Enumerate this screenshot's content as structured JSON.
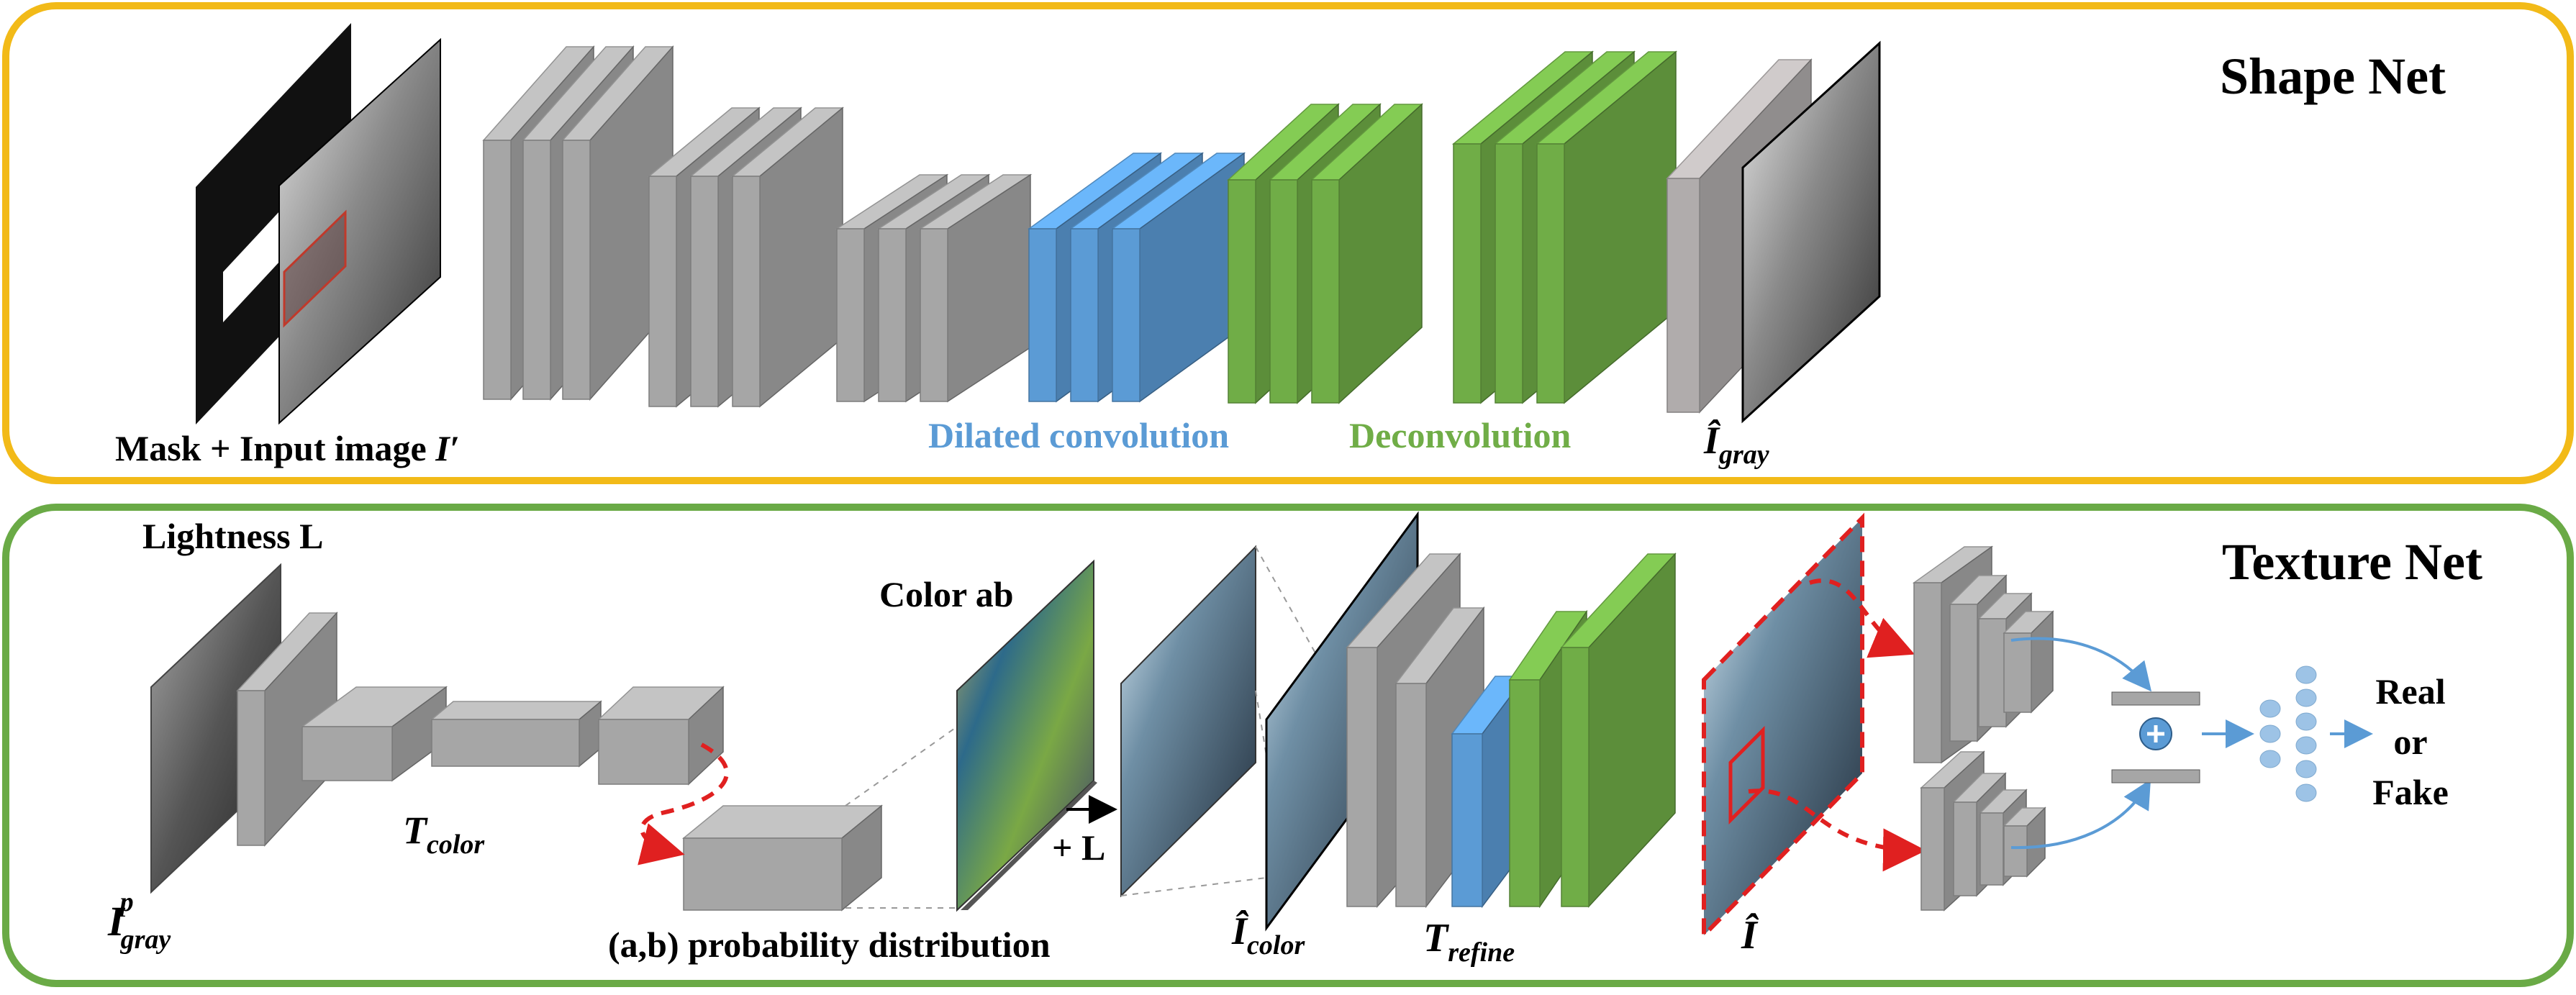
{
  "panels": {
    "shape": {
      "title": "Shape Net",
      "border_color": "#F2BA18",
      "input_label": "Mask + Input image ",
      "input_symbol": "I′",
      "dilated_label": "Dilated convolution",
      "deconv_label": "Deconvolution",
      "output_symbol": "Î",
      "output_sub": "gray"
    },
    "texture": {
      "title": "Texture Net",
      "border_color": "#6AAA46",
      "lightness_label": "Lightness L",
      "input_symbol": "I",
      "input_sup": "p",
      "input_sub": "gray",
      "tcolor_symbol": "T",
      "tcolor_sub": "color",
      "colorab_label": "Color ab",
      "plusL_label": "+ L",
      "prob_label": "(a,b) probability distribution",
      "icolor_symbol": "Î",
      "icolor_sub": "color",
      "trefine_symbol": "T",
      "trefine_sub": "refine",
      "ihat_symbol": "Î",
      "disc_output": [
        "Real",
        "or",
        "Fake"
      ]
    }
  },
  "colors": {
    "gray_front": "#A6A6A6",
    "gray_side": "#8C8C8C",
    "gray_top": "#C3C3C3",
    "blue_front": "#5B9BD5",
    "green_front": "#70AD47",
    "red_dashed": "#E02020",
    "arrow_blue": "#5B9BD5"
  }
}
